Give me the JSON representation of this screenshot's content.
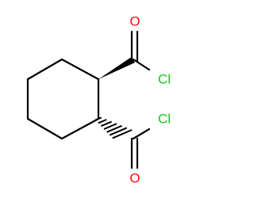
{
  "molecule": {
    "atoms": {
      "o_top": {
        "label": "O",
        "color": "#ff0d0d"
      },
      "cl_top": {
        "label": "Cl",
        "color": "#1fc01f"
      },
      "cl_bot": {
        "label": "Cl",
        "color": "#1fc01f"
      },
      "o_bot": {
        "label": "O",
        "color": "#ff0d0d"
      }
    },
    "bond_color": "#000000",
    "ring": "cyclohexane",
    "stereo_bonds": [
      "wedge",
      "hash"
    ]
  }
}
